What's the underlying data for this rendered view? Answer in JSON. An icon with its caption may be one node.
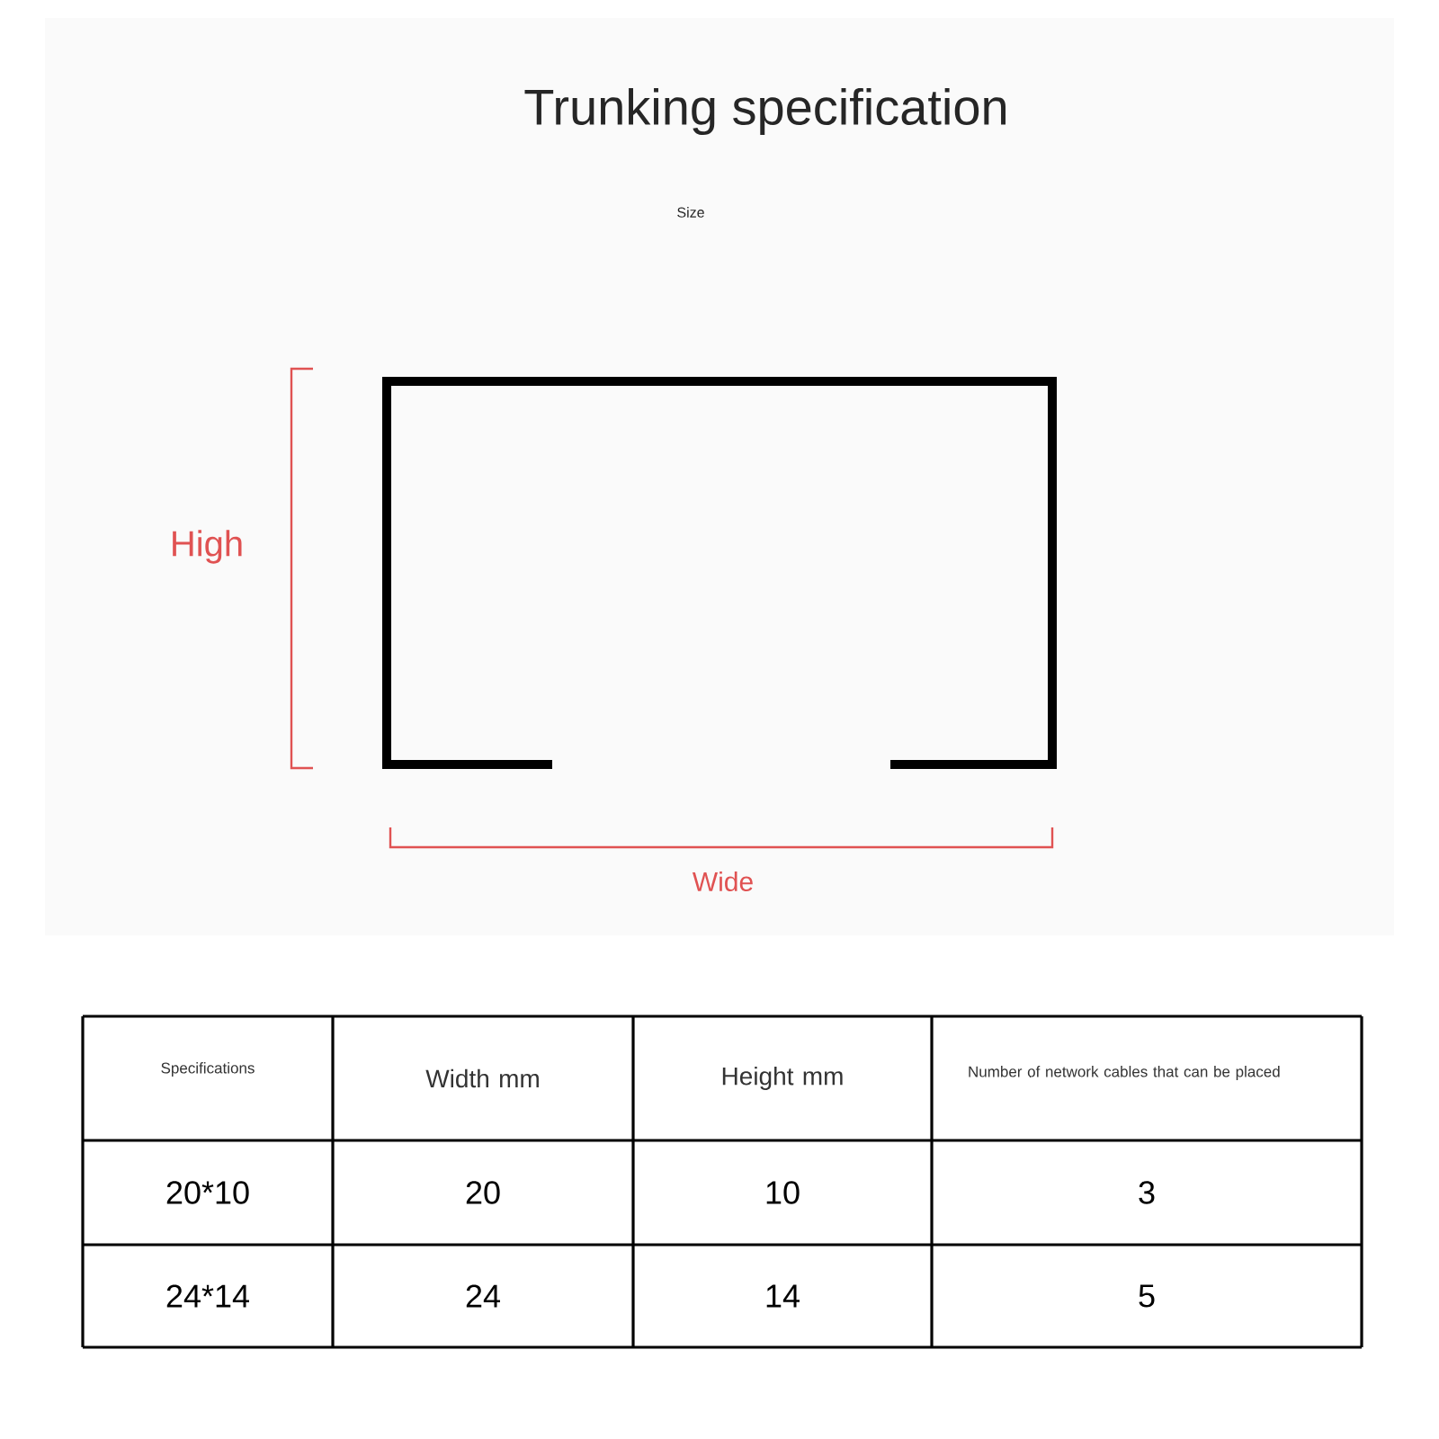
{
  "diagram": {
    "title": "Trunking specification",
    "labels": [
      "Size",
      "High",
      "Wide",
      "Specifications",
      "Width mm",
      "Height mm",
      "Number of network cables that can be placed",
      "20*10",
      "20",
      "10",
      "3",
      "24*14",
      "24",
      "14",
      "5"
    ]
  }
}
